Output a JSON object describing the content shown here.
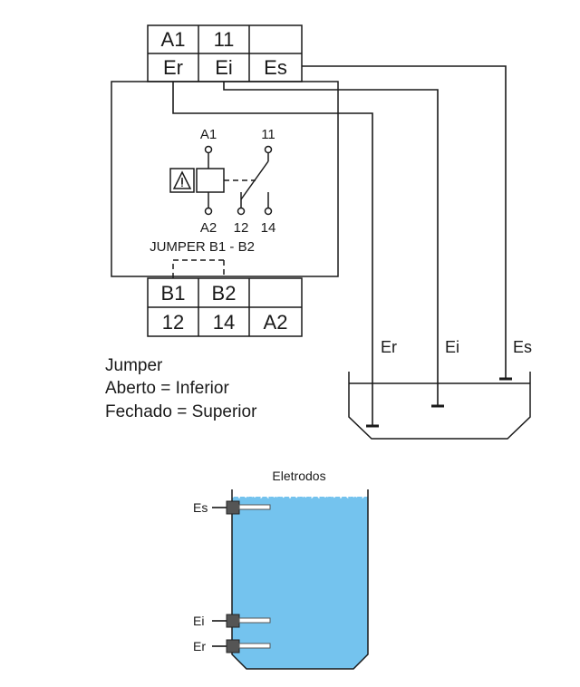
{
  "terminals_top": [
    "A1",
    "11",
    "",
    "Er",
    "Ei",
    "Es"
  ],
  "terminals_bottom": [
    "B1",
    "B2",
    "",
    "12",
    "14",
    "A2"
  ],
  "relay": {
    "a1": "A1",
    "c11": "11",
    "a2": "A2",
    "c12": "12",
    "c14": "14",
    "jumper": "JUMPER B1 - B2"
  },
  "wires": {
    "er": "Er",
    "ei": "Ei",
    "es": "Es"
  },
  "legend": [
    "Jumper",
    "Aberto = Inferior",
    "Fechado = Superior"
  ],
  "tank": {
    "title": "Eletrodos",
    "water_color": "#74C3EE",
    "electrodes": [
      "Es",
      "Ei",
      "Er"
    ]
  }
}
